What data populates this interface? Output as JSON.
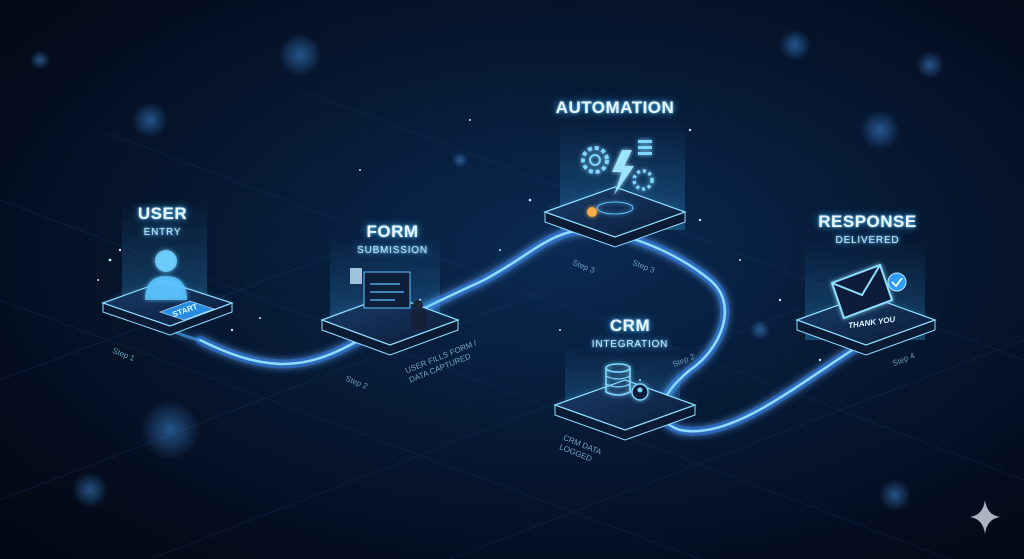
{
  "nodes": {
    "user": {
      "title": "USER",
      "sub": "ENTRY",
      "button": "START",
      "step": "Step 1"
    },
    "form": {
      "title": "FORM",
      "sub": "SUBMISSION",
      "step": "Step 2",
      "note": [
        "USER FILLS FORM /",
        "DATA CAPTURED"
      ]
    },
    "automation": {
      "title": "AUTOMATION",
      "step_left": "Step 3",
      "step_right": "Step 3"
    },
    "crm": {
      "title": "CRM",
      "sub": "INTEGRATION",
      "step": "Step 2",
      "note": [
        "CRM DATA",
        "LOGGED"
      ]
    },
    "response": {
      "title": "RESPONSE",
      "sub": "DELIVERED",
      "step": "Step 4",
      "card": "THANK YOU"
    }
  },
  "colors": {
    "glow": "#3fb6ff",
    "flow": "#2f8fff",
    "platform": "#0e2240",
    "edge": "#8fdcff"
  },
  "icons": [
    "user-icon",
    "form-icon",
    "gears-icon",
    "database-icon",
    "envelope-icon",
    "check-icon",
    "sparkle-icon"
  ]
}
